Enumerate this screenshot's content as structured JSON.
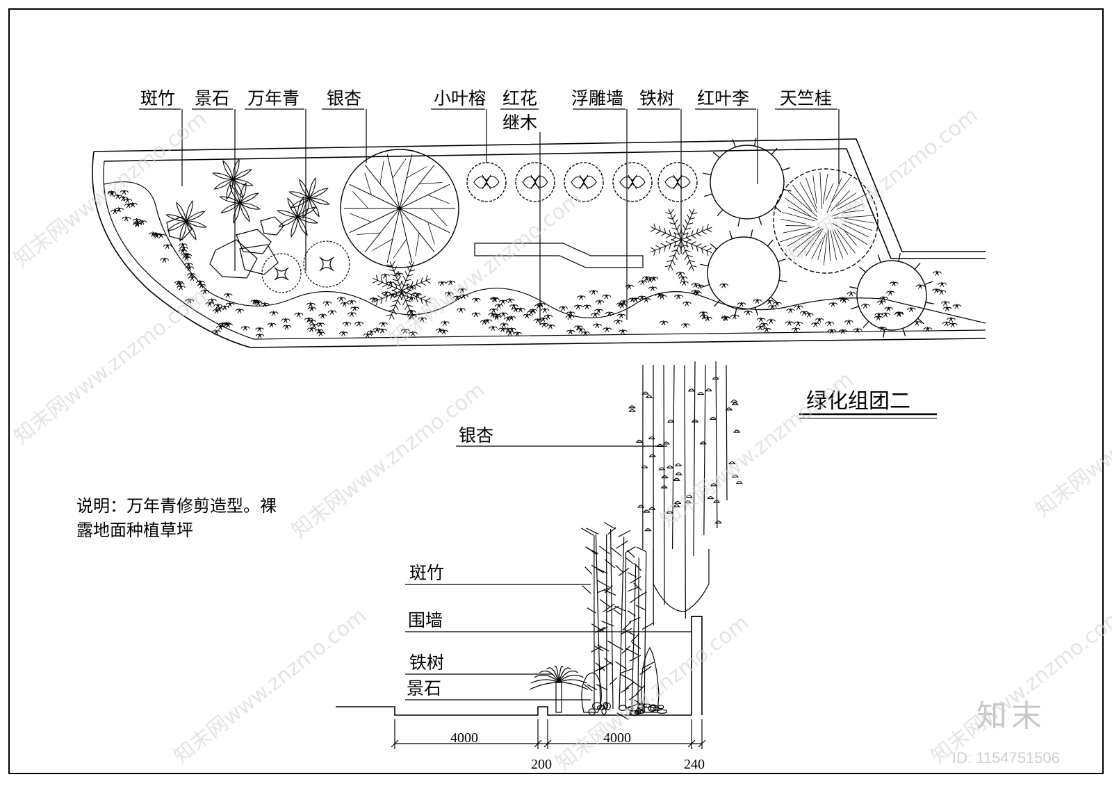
{
  "title": "绿化组团二",
  "plan_labels": [
    {
      "text": "斑竹"
    },
    {
      "text": "景石"
    },
    {
      "text": "万年青"
    },
    {
      "text": "银杏"
    },
    {
      "text": "小叶榕"
    },
    {
      "text": "红花"
    },
    {
      "text": "继木"
    },
    {
      "text": "浮雕墙"
    },
    {
      "text": "铁树"
    },
    {
      "text": "红叶李"
    },
    {
      "text": "天竺桂"
    }
  ],
  "section_labels": {
    "ginkgo": "银杏",
    "bamboo": "斑竹",
    "wall": "围墙",
    "cycad": "铁树",
    "rock": "景石"
  },
  "note": {
    "line1": "说明：万年青修剪造型。裸",
    "line2": "露地面种植草坪"
  },
  "dimensions": {
    "d1": "4000",
    "d2": "4000",
    "d3": "200",
    "d4": "240"
  },
  "watermark": {
    "text": "知末网www.znzmo.com",
    "logo": "知末",
    "id": "ID: 1154751506"
  }
}
